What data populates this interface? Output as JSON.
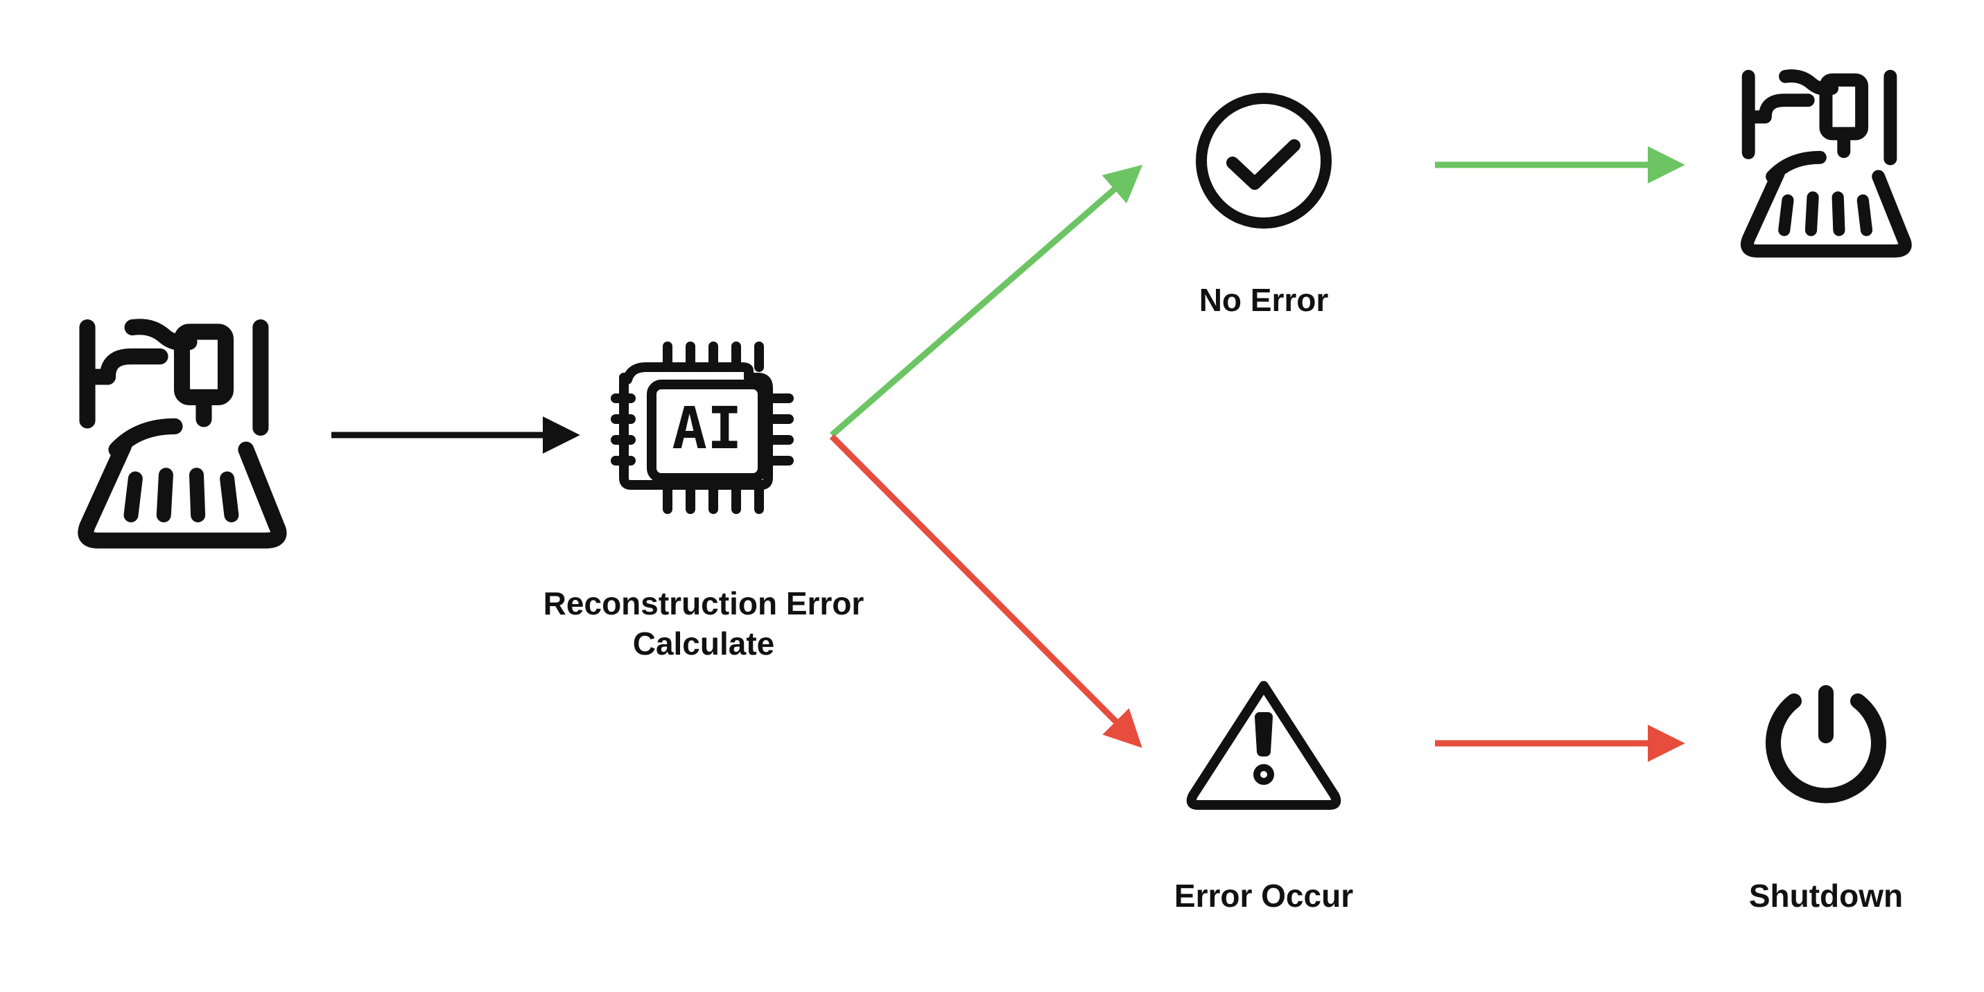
{
  "colors": {
    "ink": "#111111",
    "ok": "#6cc463",
    "error": "#e64d3d"
  },
  "nodes": {
    "machine_input": {
      "icon": "machine-icon"
    },
    "ai_chip": {
      "icon": "ai-chip-icon",
      "chip_text": "AI",
      "label_lines": [
        "Reconstruction Error",
        "Calculate"
      ]
    },
    "no_error": {
      "icon": "check-circle-icon",
      "label": "No Error"
    },
    "machine_output": {
      "icon": "machine-icon"
    },
    "error_occur": {
      "icon": "warning-triangle-icon",
      "label": "Error Occur"
    },
    "shutdown": {
      "icon": "power-icon",
      "label": "Shutdown"
    }
  },
  "edges": [
    {
      "from": "machine_input",
      "to": "ai_chip",
      "color": "#111111"
    },
    {
      "from": "ai_chip",
      "to": "no_error",
      "color": "#6cc463"
    },
    {
      "from": "ai_chip",
      "to": "error_occur",
      "color": "#e64d3d"
    },
    {
      "from": "no_error",
      "to": "machine_output",
      "color": "#6cc463"
    },
    {
      "from": "error_occur",
      "to": "shutdown",
      "color": "#e64d3d"
    }
  ]
}
